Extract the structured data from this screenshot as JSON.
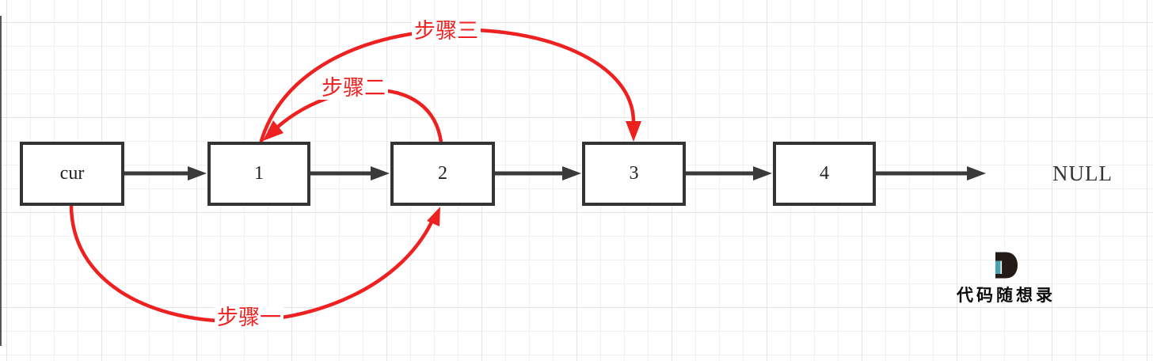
{
  "diagram": {
    "description": "linked-list-step-diagram",
    "nodes": [
      {
        "label": "cur"
      },
      {
        "label": "1"
      },
      {
        "label": "2"
      },
      {
        "label": "3"
      },
      {
        "label": "4"
      }
    ],
    "terminator": {
      "label": "NULL"
    },
    "steps": {
      "one": {
        "label": "步骤一",
        "from": "cur",
        "to": "node-2"
      },
      "two": {
        "label": "步骤二",
        "from": "node-2",
        "to": "node-1"
      },
      "three": {
        "label": "步骤三",
        "from": "node-1",
        "to": "node-3"
      }
    }
  },
  "logo": {
    "letter": "D",
    "text": "代码随想录"
  },
  "colors": {
    "accent_red": "#ef2020",
    "ink": "#333333",
    "grid_line": "#f1f1f1",
    "grid_line_major": "#e5e5e5",
    "logo_dark": "#241a16",
    "logo_teal": "#47a3ad"
  }
}
